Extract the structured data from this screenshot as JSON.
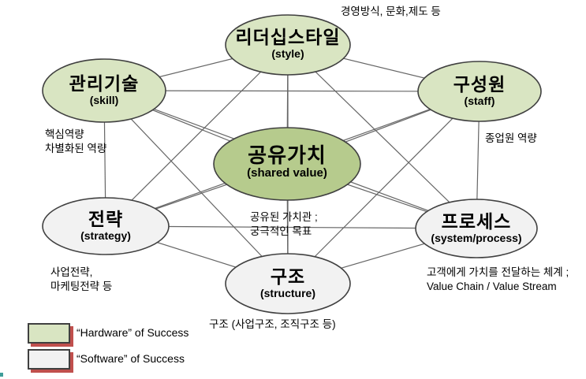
{
  "diagram": {
    "nodes": {
      "style": {
        "label": "리더십스타일",
        "sub": "(style)"
      },
      "skill": {
        "label": "관리기술",
        "sub": "(skill)"
      },
      "staff": {
        "label": "구성원",
        "sub": "(staff)"
      },
      "shared": {
        "label": "공유가치",
        "sub": "(shared value)"
      },
      "strategy": {
        "label": "전략",
        "sub": "(strategy)"
      },
      "process": {
        "label": "프로세스",
        "sub": "(system/process)"
      },
      "structure": {
        "label": "구조",
        "sub": "(structure)"
      }
    },
    "annotations": {
      "style": "경영방식, 문화,제도 등",
      "skill": "핵심역량\n차별화된 역량",
      "staff": "종업원 역량",
      "shared": "공유된 가치관 ;\n궁극적인 목표",
      "strategy": "사업전략,\n마케팅전략 등",
      "process": "고객에게 가치를 전달하는 체계 ;\nValue Chain / Value Stream",
      "structure": "구조 (사업구조, 조직구조 등)"
    },
    "colors": {
      "hardware_fill": "#d9e5c2",
      "shared_fill": "#b6cb8d",
      "software_fill": "#f2f2f2",
      "outline": "#404040",
      "connector": "#666666",
      "legend_shadow": "#c0504d"
    }
  },
  "legend": {
    "hardware_label": "“Hardware” of Success",
    "software_label": "“Software” of Success"
  }
}
